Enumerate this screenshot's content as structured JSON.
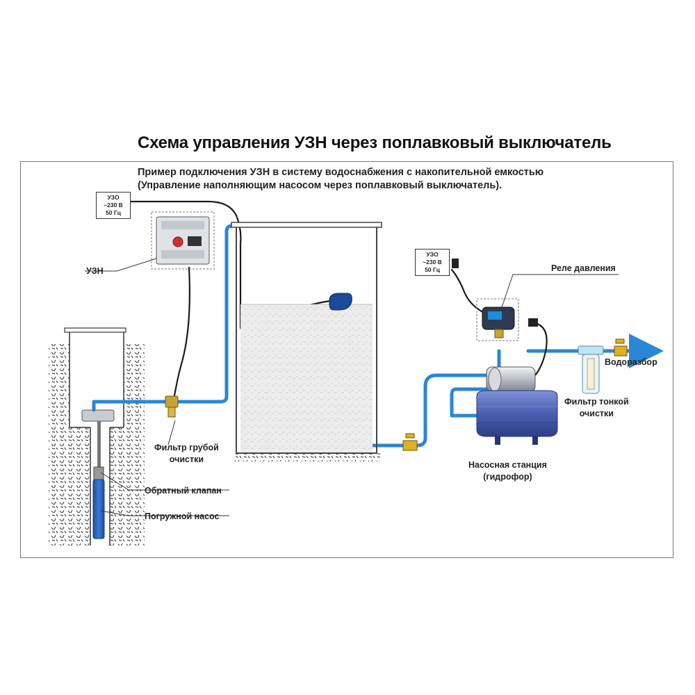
{
  "title": "Схема управления УЗН через поплавковый выключатель",
  "subtitle": {
    "line1": "Пример подключения УЗН в систему водоснабжения с накопительной емкостью",
    "line2": "(Управление наполняющим насосом через поплавковый выключатель)."
  },
  "uzo_left": {
    "line1": "УЗО",
    "line2": "~230 В",
    "line3": "50 Гц"
  },
  "uzo_right": {
    "line1": "УЗО",
    "line2": "~230 В",
    "line3": "50 Гц"
  },
  "labels": {
    "uzn": "УЗН",
    "coarse_filter_line1": "Фильтр грубой",
    "coarse_filter_line2": "очистки",
    "check_valve": "Обратный клапан",
    "submersible_pump": "Погружной насос",
    "pressure_relay": "Реле давления",
    "water_outlet": "Водоразбор",
    "fine_filter_line1": "Фильтр тонкой",
    "fine_filter_line2": "очистки",
    "pump_station_line1": "Насосная станция",
    "pump_station_line2": "(гидрофор)"
  },
  "colors": {
    "pipe": "#2a86d6",
    "cable": "#1a1a1a",
    "tank_water": "#e8e8e8",
    "hydrophore": "#4a5fb0",
    "valve": "#e0b020",
    "frame": "#777777"
  }
}
